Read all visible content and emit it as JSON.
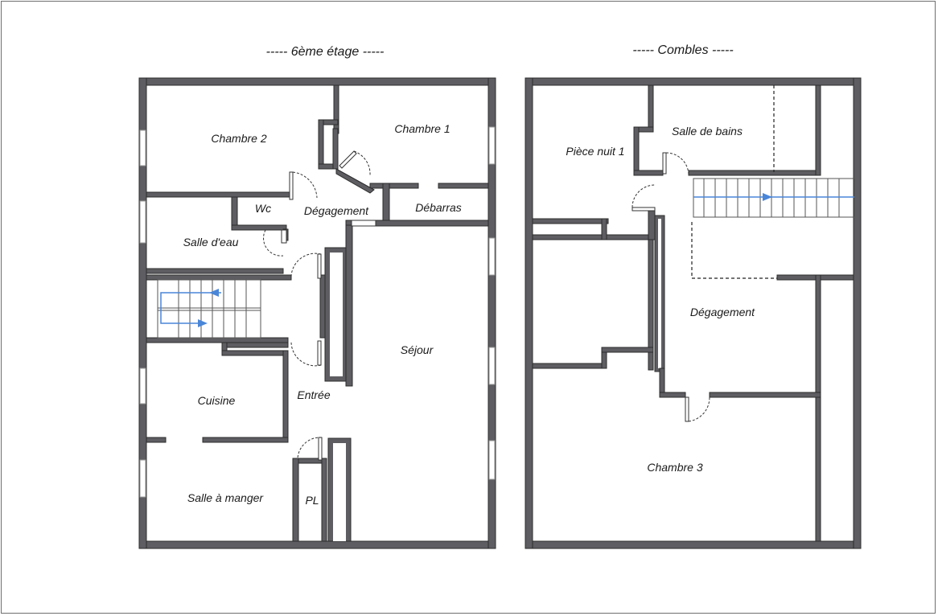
{
  "plans": [
    {
      "title": "----- 6ème étage -----",
      "rooms": {
        "chambre2": "Chambre 2",
        "chambre1": "Chambre 1",
        "wc": "Wc",
        "degagement": "Dégagement",
        "debarras": "Débarras",
        "salle_eau": "Salle d'eau",
        "sejour": "Séjour",
        "cuisine": "Cuisine",
        "entree": "Entrée",
        "salle_manger": "Salle à manger",
        "pl": "PL"
      }
    },
    {
      "title": "----- Combles -----",
      "rooms": {
        "piece_nuit": "Pièce nuit 1",
        "salle_bains": "Salle de bains",
        "degagement": "Dégagement",
        "chambre3": "Chambre 3"
      }
    }
  ],
  "colors": {
    "wall": "#5e5e62",
    "stair_arrow": "#4a86d8"
  }
}
